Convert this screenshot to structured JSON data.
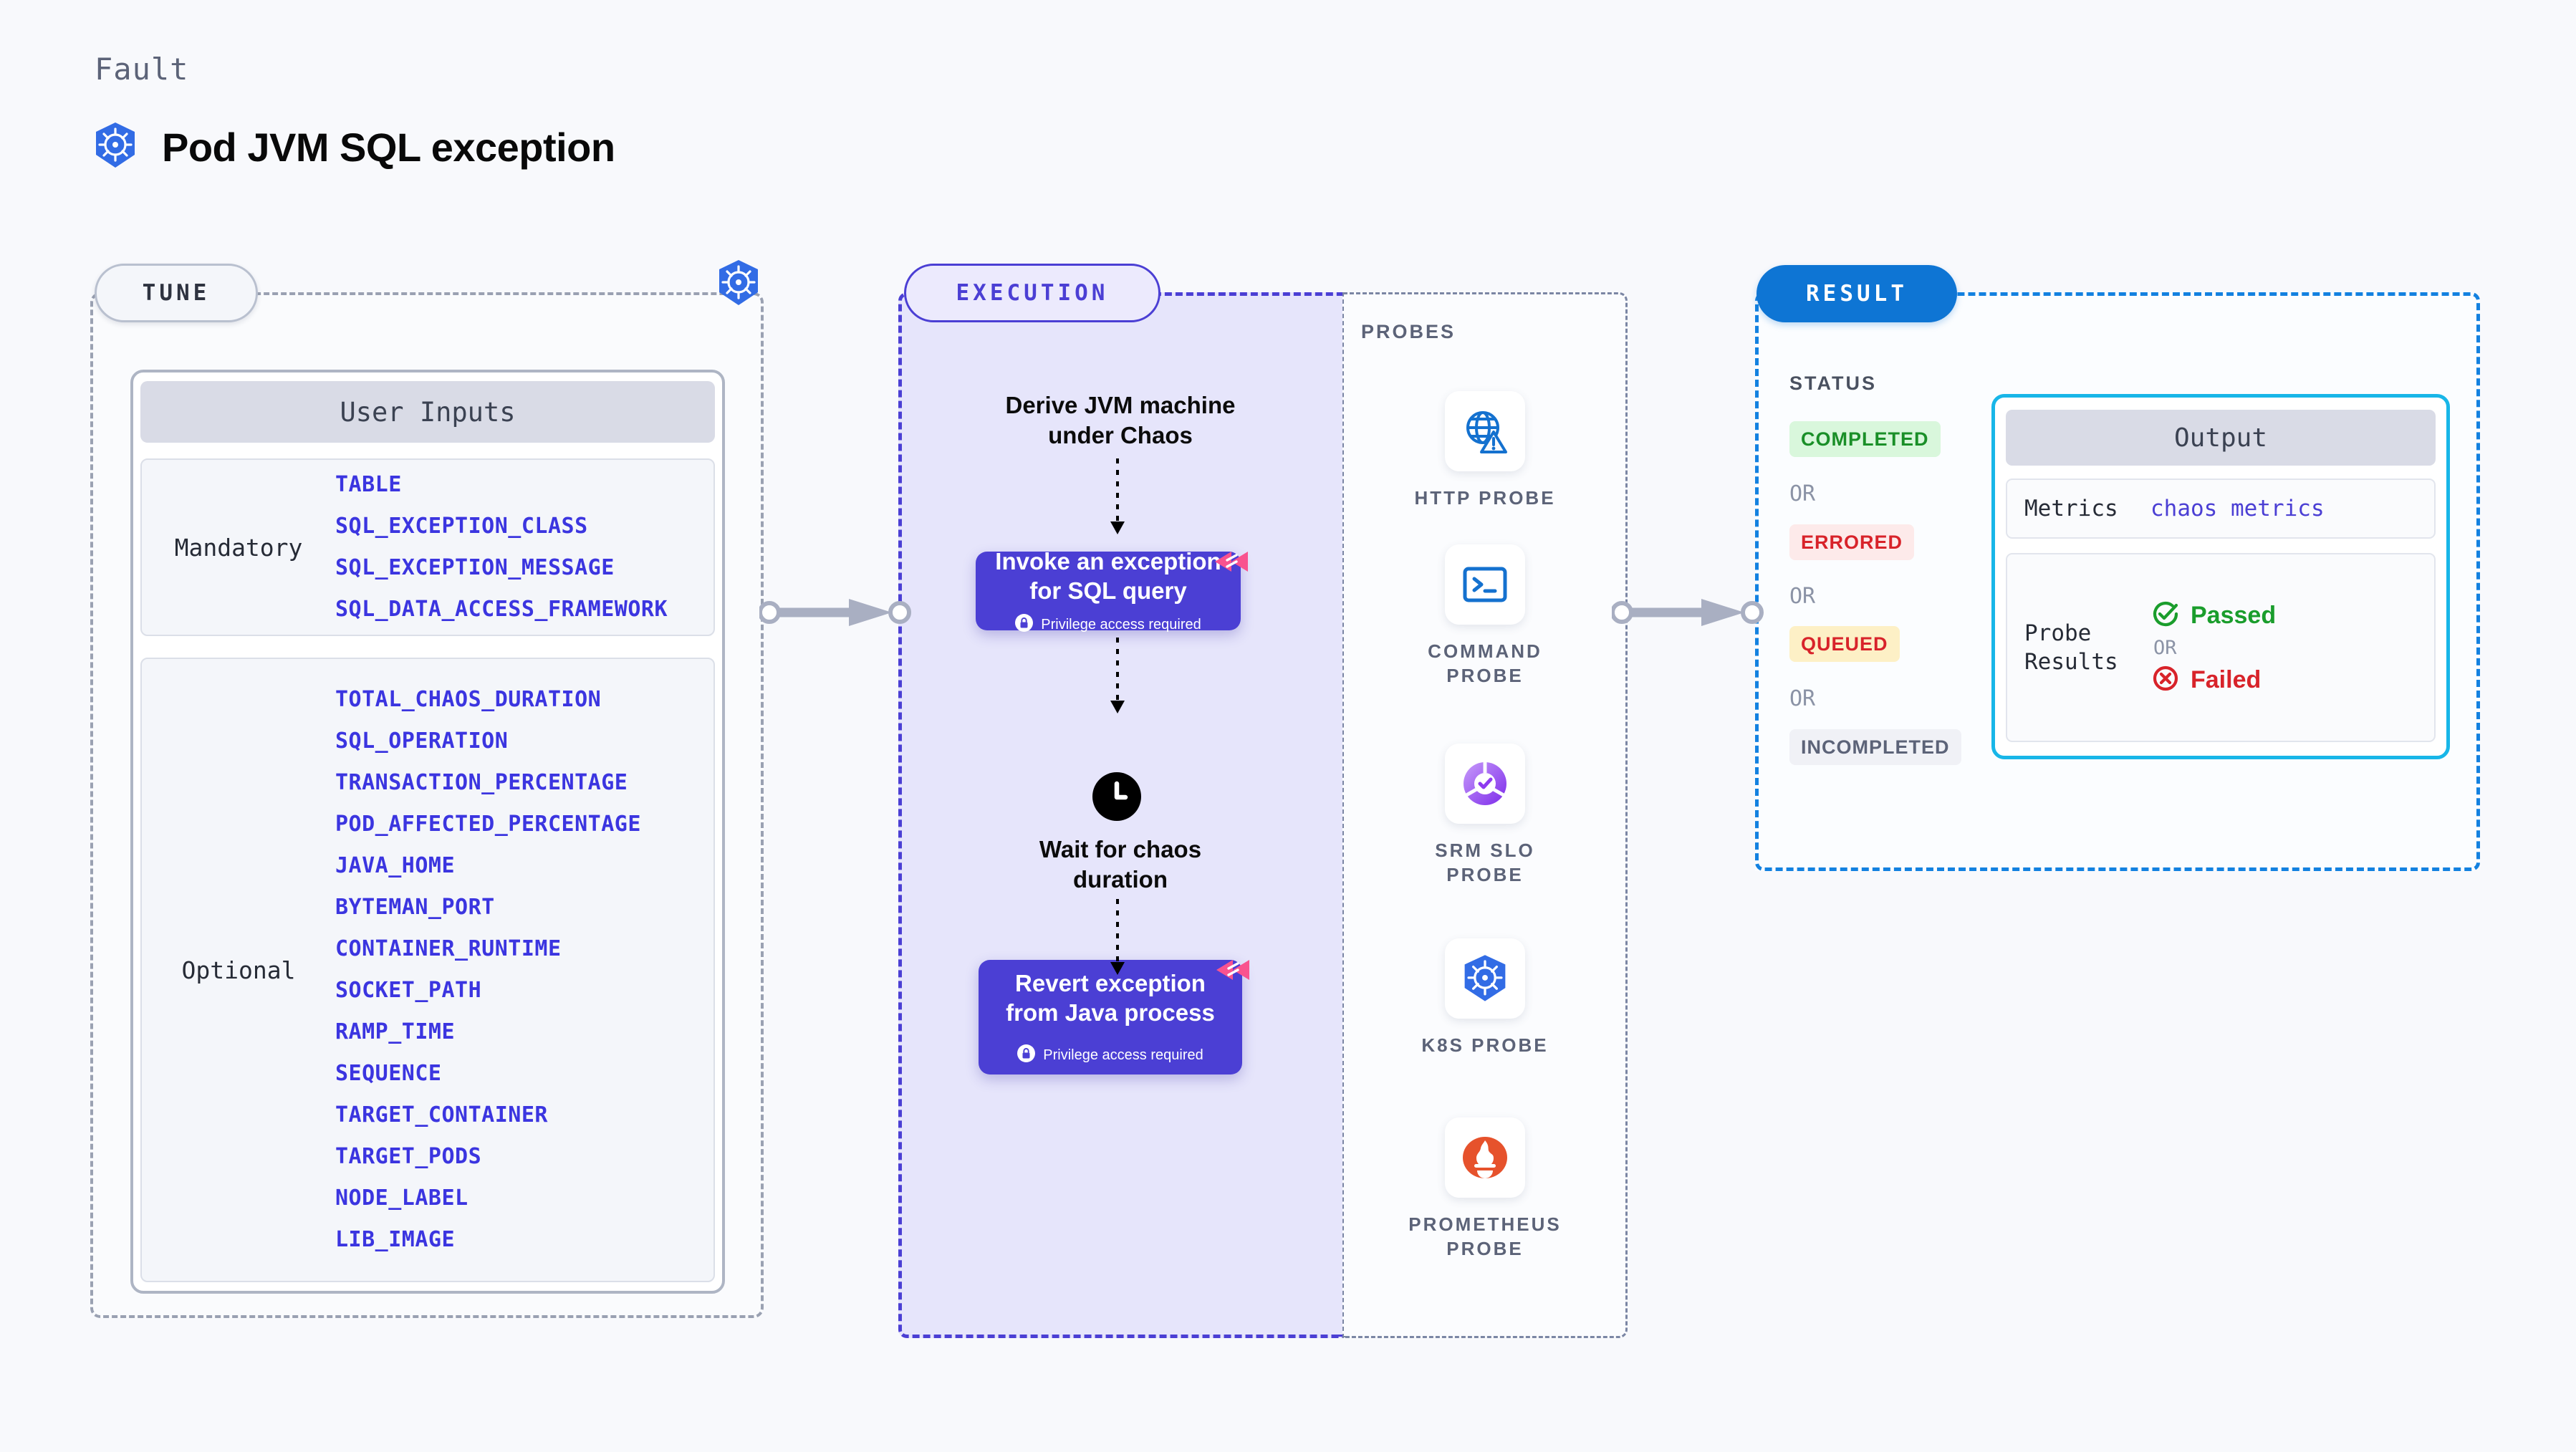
{
  "header": {
    "kicker": "Fault",
    "title": "Pod JVM SQL exception",
    "icon": "kubernetes-icon"
  },
  "tune": {
    "pill_label": "TUNE",
    "badge_icon": "kubernetes-icon",
    "inputs_title": "User Inputs",
    "mandatory": {
      "label": "Mandatory",
      "params": [
        "TABLE",
        "SQL_EXCEPTION_CLASS",
        "SQL_EXCEPTION_MESSAGE",
        "SQL_DATA_ACCESS_FRAMEWORK"
      ]
    },
    "optional": {
      "label": "Optional",
      "params": [
        "TOTAL_CHAOS_DURATION",
        "SQL_OPERATION",
        "TRANSACTION_PERCENTAGE",
        "POD_AFFECTED_PERCENTAGE",
        "JAVA_HOME",
        "BYTEMAN_PORT",
        "CONTAINER_RUNTIME",
        "SOCKET_PATH",
        "RAMP_TIME",
        "SEQUENCE",
        "TARGET_CONTAINER",
        "TARGET_PODS",
        "NODE_LABEL",
        "LIB_IMAGE"
      ]
    }
  },
  "execution": {
    "pill_label": "EXECUTION",
    "step_1": {
      "text": "Derive JVM machine\nunder Chaos",
      "type": "text"
    },
    "step_2": {
      "title": "Invoke an exception\nfor SQL query",
      "privilege_note": "Privilege access required",
      "lock_icon": "lock-icon",
      "corner_icon": "harness-icon"
    },
    "step_3": {
      "text": "Wait for chaos\nduration",
      "icon": "clock-icon"
    },
    "step_4": {
      "title": "Revert exception\nfrom Java process",
      "privilege_note": "Privilege access required",
      "lock_icon": "lock-icon",
      "corner_icon": "harness-icon"
    }
  },
  "probes": {
    "title": "PROBES",
    "items": [
      {
        "name": "HTTP  PROBE",
        "icon": "globe-warning-icon"
      },
      {
        "name": "COMMAND\nPROBE",
        "icon": "terminal-icon"
      },
      {
        "name": "SRM  SLO\nPROBE",
        "icon": "srm-slo-icon"
      },
      {
        "name": "K8S  PROBE",
        "icon": "kubernetes-icon"
      },
      {
        "name": "PROMETHEUS\nPROBE",
        "icon": "prometheus-icon"
      }
    ]
  },
  "result": {
    "pill_label": "RESULT",
    "status_title": "STATUS",
    "or_label": "OR",
    "statuses": [
      {
        "label": "COMPLETED",
        "bg": "#d9f7dc",
        "fg": "#1a8f28"
      },
      {
        "label": "ERRORED",
        "bg": "#fdeaea",
        "fg": "#d8232a"
      },
      {
        "label": "QUEUED",
        "bg": "#fdf0c6",
        "fg": "#d8232a"
      },
      {
        "label": "INCOMPLETED",
        "bg": "#f0f1f6",
        "fg": "#5c6378"
      }
    ],
    "output": {
      "title": "Output",
      "metrics_key": "Metrics",
      "metrics_value": "chaos metrics",
      "probe_key": "Probe\nResults",
      "passed_label": "Passed",
      "passed_icon": "check-circle-icon",
      "failed_label": "Failed",
      "failed_icon": "x-circle-icon",
      "or_label": "OR"
    }
  },
  "colors": {
    "background": "#f8f9fc",
    "accent_purple": "#4b3fd4",
    "accent_blue": "#0e75d4",
    "accent_cyan": "#18b6e8",
    "harness_pink": "#f9538f",
    "param_blue": "#3b35e0"
  }
}
